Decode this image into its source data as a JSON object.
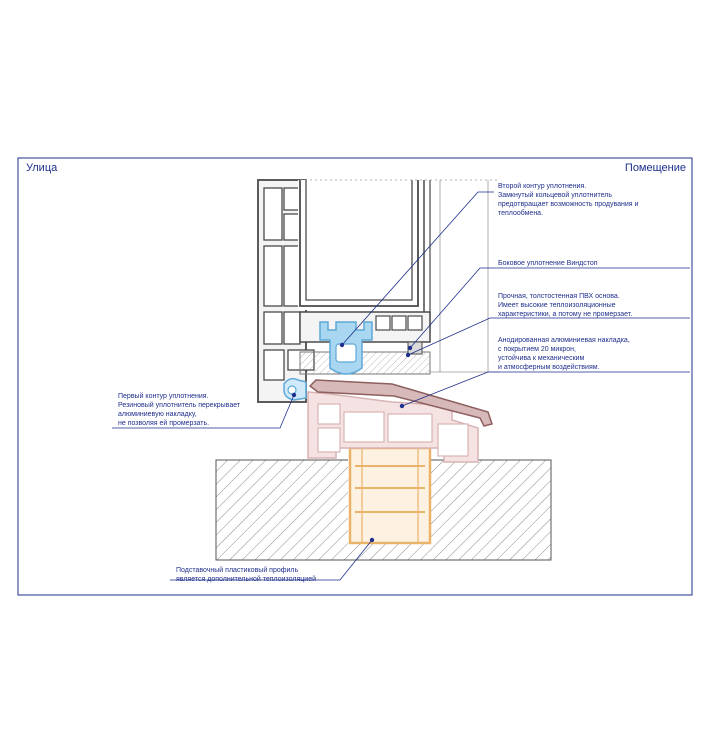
{
  "corners": {
    "left": "Улица",
    "right": "Помещение"
  },
  "callouts": {
    "second_seal": [
      "Второй контур уплотнения.",
      "Замкнутый кольцевой уплотнитель",
      "предотвращает возможность продувания и",
      "теплообмена."
    ],
    "windstop": [
      "Боковое уплотнение Виндстоп"
    ],
    "pvc_base": [
      "Прочная, толстостенная ПВХ основа.",
      "Имеет высокие теплоизоляционные",
      "характеристики, а потому не промерзает."
    ],
    "aluminium": [
      "Анодированная алюминиевая накладка,",
      "с покрытием 20 микрон,",
      "устойчива к механическим",
      "и атмосферным воздействиям."
    ],
    "first_seal": [
      "Первый контур уплотнения.",
      "Резиновый уплотнитель перекрывает",
      "алюминиевую накладку,",
      "не позволяя ей промерзать."
    ],
    "support_profile": [
      "Подставочный пластиковый профиль",
      "является дополнительной теплоизоляцией"
    ]
  },
  "colors": {
    "ink": "#1f2f8c",
    "profile_outline": "#4a4a4a",
    "seal_blue": "#8fc8ea",
    "pvc_pink": "#f2dcdc",
    "aluminium_brown": "#b48a8a",
    "support_orange": "#e9b36a",
    "hatch": "#6d6d6d"
  }
}
